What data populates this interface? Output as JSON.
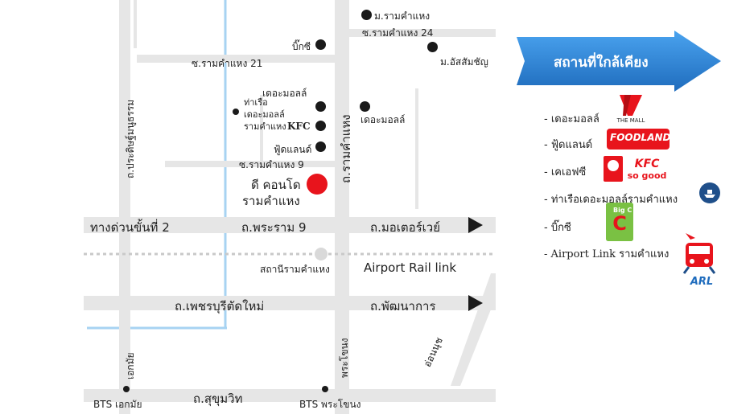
{
  "map": {
    "roads": {
      "ramkhamhaeng_soi21": "ซ.รามคำแหง 21",
      "ramkhamhaeng_soi24": "ซ.รามคำแหง 24",
      "ramkhamhaeng_soi9": "ซ.รามคำแหง 9",
      "pradit_manutham": "ถ.ประดิษฐ์มนูธรรม",
      "ramkhamhaeng_road": "ถ.รามคำแหง",
      "expressway2": "ทางด่วนขั้นที่ 2",
      "rama9": "ถ.พระราม 9",
      "motorway": "ถ.มอเตอร์เวย์",
      "airport_rail_link": "Airport Rail link",
      "petchaburi": "ถ.เพชรบุรีตัดใหม่",
      "phatthanakan": "ถ.พัฒนาการ",
      "sukhumvit": "ถ.สุขุมวิท",
      "ekkamai": "เอกมัย",
      "phra_khanong": "พระโขนง",
      "on_nut": "อ่อนนุช"
    },
    "places": {
      "ramkhamhaeng_market": "ม.รามคำแหง",
      "big_c": "บิ๊กซี",
      "assumption": "ม.อัสสัมชัญ",
      "the_mall_1": "เดอะมอลล์",
      "the_mall_2": "เดอะมอลล์",
      "pier": "ท่าเรือ\nเดอะมอลล์\nรามคำแหง",
      "kfc": "KFC",
      "foodland": "ฟู้ดแลนด์",
      "condo_line1": "ดี คอนโด",
      "condo_line2": "รามคำแหง",
      "ramkhamhaeng_station": "สถานีรามคำแหง",
      "bts_ekkamai": "BTS เอกมัย",
      "bts_phra_khanong": "BTS พระโขนง"
    }
  },
  "legend": {
    "banner_title": "สถานที่ใกล้เคียง",
    "items": [
      "- เดอะมอลล์",
      "- ฟู้ดแลนด์",
      "- เคเอฟซี",
      "- ท่าเรือเดอะมอลล์รามคำแหง",
      "- บิ๊กซี",
      "- Airport Link รามคำแหง"
    ],
    "logos": {
      "the_mall": "THE MALL",
      "foodland": "FOODLAND",
      "kfc_top": "KFC",
      "kfc_bottom": "so good",
      "big_c": "Big C",
      "arl": "ARL"
    }
  },
  "colors": {
    "road": "#e6e6e6",
    "canal": "#a7d3f2",
    "banner": "#2f86d6",
    "condo_marker": "#e8141c",
    "dots": "#1a1a1a"
  },
  "icons": [
    "the-mall-logo",
    "foodland-logo",
    "kfc-logo",
    "boat-icon",
    "bigc-logo",
    "airplane-icon",
    "train-icon"
  ]
}
